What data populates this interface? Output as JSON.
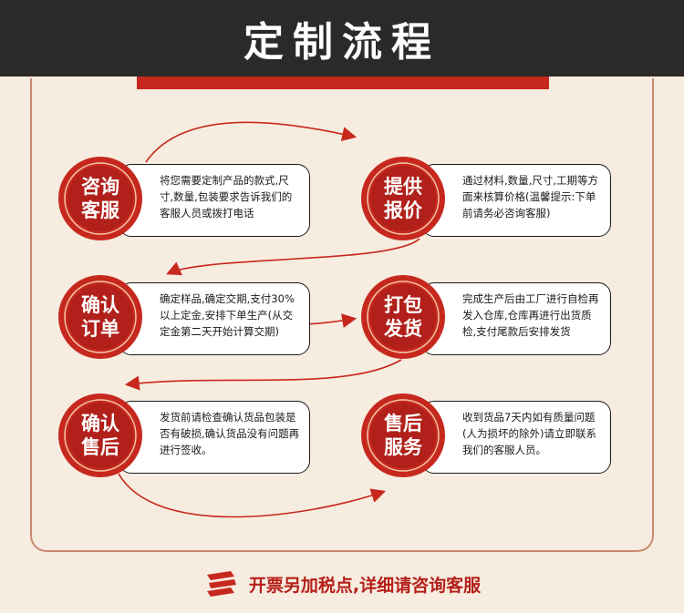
{
  "header": {
    "title": "定制流程"
  },
  "steps": [
    {
      "title": [
        "咨询",
        "客服"
      ],
      "desc": "将您需要定制产品的款式,尺寸,数量,包装要求告诉我们的客服人员或拨打电话"
    },
    {
      "title": [
        "提供",
        "报价"
      ],
      "desc": "通过材料,数量,尺寸,工期等方面来核算价格(温馨提示:下单前请务必咨询客服)"
    },
    {
      "title": [
        "确认",
        "订单"
      ],
      "desc": "确定样品,确定交期,支付30%以上定金,安排下单生产(从交定金第二天开始计算交期)"
    },
    {
      "title": [
        "打包",
        "发货"
      ],
      "desc": "完成生产后由工厂进行自检再发入仓库,仓库再进行出货质检,支付尾款后安排发货"
    },
    {
      "title": [
        "确认",
        "售后"
      ],
      "desc": "发货前请检查确认货品包装是否有破损,确认货品没有问题再进行签收。"
    },
    {
      "title": [
        "售后",
        "服务"
      ],
      "desc": "收到货品7天内如有质量问题(人为损坏的除外)请立即联系我们的客服人员。"
    }
  ],
  "footer": {
    "text": "开票另加税点,详细请咨询客服",
    "icon": "ticket-icon"
  },
  "colors": {
    "accent": "#c7281e",
    "dark": "#2b2a28",
    "background": "#f7ece0"
  }
}
